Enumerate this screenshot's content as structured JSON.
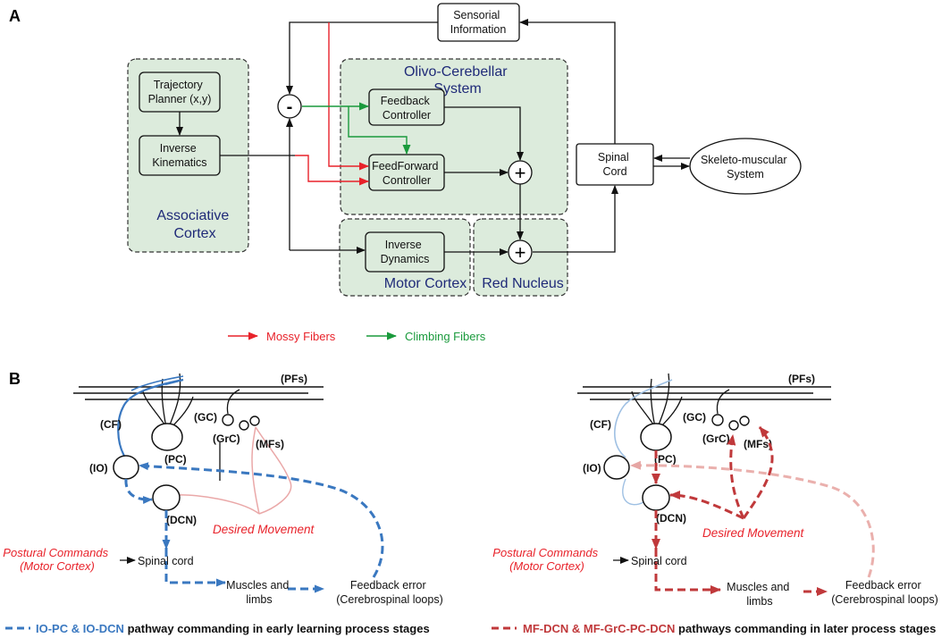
{
  "panel_a": {
    "letter": "A",
    "sensorial_information": [
      "Sensorial",
      "Information"
    ],
    "olivo_cerebellar": [
      "Olivo-Cerebellar",
      "System"
    ],
    "trajectory_planner": [
      "Trajectory",
      "Planner (x,y)"
    ],
    "inverse_kinematics": [
      "Inverse",
      "Kinematics"
    ],
    "feedback_controller": [
      "Feedback",
      "Controller"
    ],
    "feedforward_controller": [
      "FeedForward",
      "Controller"
    ],
    "spinal_cord": [
      "Spinal",
      "Cord"
    ],
    "skeleto_muscular": [
      "Skeleto-muscular",
      "System"
    ],
    "inverse_dynamics": [
      "Inverse",
      "Dynamics"
    ],
    "associative_cortex": [
      "Associative",
      "Cortex"
    ],
    "motor_cortex": "Motor Cortex",
    "red_nucleus": "Red Nucleus",
    "minus_sign": "-",
    "plus_sign": "+",
    "legend": {
      "mossy": "Mossy Fibers",
      "climbing": "Climbing Fibers",
      "mossy_color": "#e8222a",
      "climbing_color": "#1a9a3c"
    },
    "region_fill": "#dcebdc"
  },
  "panel_b": {
    "letter": "B",
    "pfs": "(PFs)",
    "cf": "(CF)",
    "gc": "(GC)",
    "grc": "(GrC)",
    "pc": "(PC)",
    "mfs": "(MFs)",
    "io": "(IO)",
    "dcn": "(DCN)",
    "desired_movement": "Desired Movement",
    "postural_commands": [
      "Postural Commands",
      "(Motor Cortex)"
    ],
    "spinal_cord": "Spinal cord",
    "muscles": [
      "Muscles and",
      "limbs"
    ],
    "feedback_error": [
      "Feedback error",
      "(Cerebrospinal loops)"
    ],
    "legend_left": {
      "highlight": "IO-PC & IO-DCN",
      "rest": " pathway commanding in early learning process stages",
      "color": "#3a78c0"
    },
    "legend_right": {
      "highlight": "MF-DCN & MF-GrC-PC-DCN",
      "rest": " pathways commanding in later process stages",
      "color": "#c0393b"
    }
  }
}
